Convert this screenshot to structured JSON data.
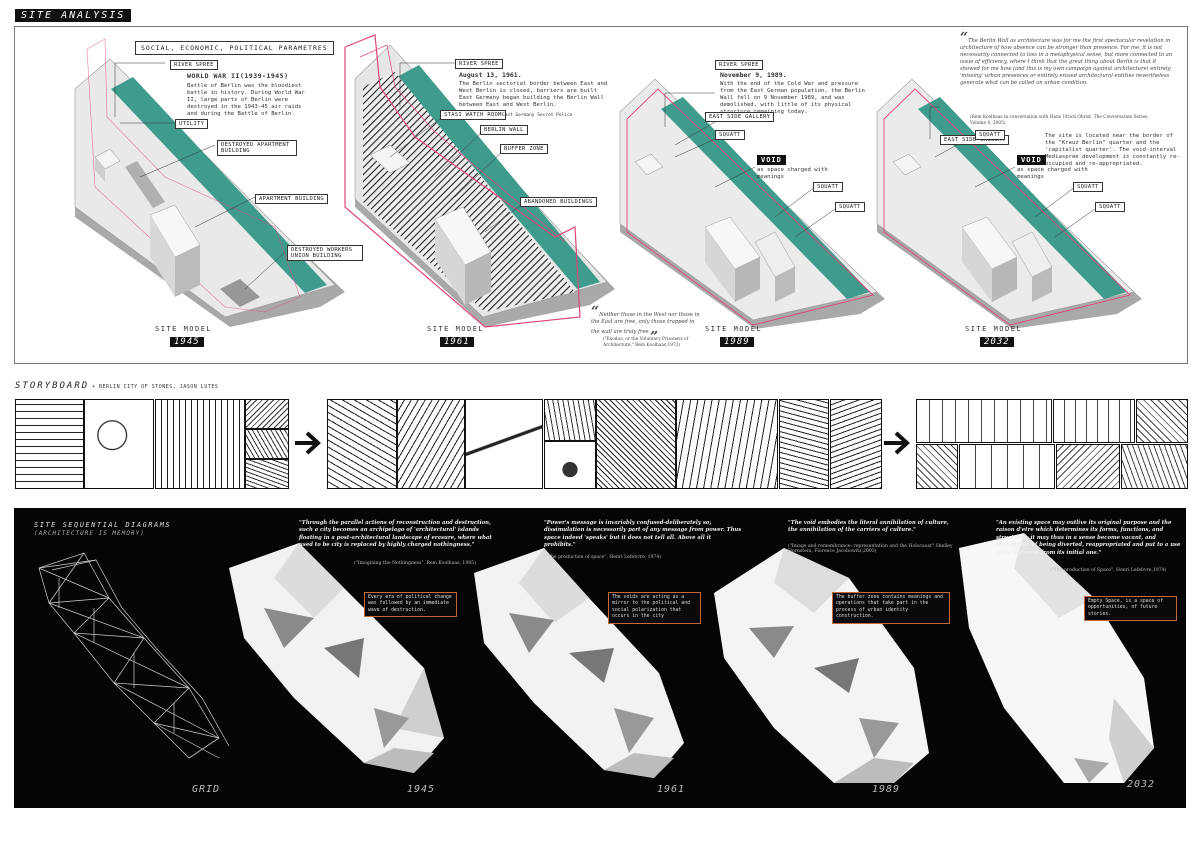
{
  "header": "SITE ANALYSIS",
  "parametres_box": "SOCIAL, ECONOMIC, POLITICAL PARAMETRES",
  "models": [
    {
      "site_label": "SITE MODEL",
      "year": "1945",
      "title": "WORLD WAR II(1939-1945)",
      "desc": "Battle of Berlin was the bloodiest battle in history. During World War II, large parts of Berlin were destroyed in the 1943-45 air raids and during the Battle of Berlin.",
      "tags": [
        "RIVER SPREE",
        "UTILITY",
        "DESTROYED APARTMENT BUILDING",
        "APARTMENT BUILDING",
        "DESTROYED WORKERS UNION BUILDING"
      ]
    },
    {
      "site_label": "SITE MODEL",
      "year": "1961",
      "title": "August 13, 1961.",
      "desc": "The Berlin sectorial border between East and West Berlin is closed, barriers are built East Germany began building the Berlin Wall between East and West Berlin.",
      "tags": [
        "RIVER SPREE",
        "STASI WATCH ROOM",
        "BERLIN WALL",
        "BUFFER ZONE",
        "ABANDONED BUILDINGS"
      ],
      "stasi_note": "East Germany Secret Police",
      "quote": "Neither those in the West nor those in the East are free, only those trapped in the wall are truly free.",
      "quote_src": "(\"Exodus, or the Voluntary Prisoners of Architecture,\" Rem Koolhaas,1972)"
    },
    {
      "site_label": "SITE MODEL",
      "year": "1989",
      "title": "November 9, 1989.",
      "desc": "With the end of the Cold War and pressure from the East German population, the Berlin Wall fell on 9 November 1989, and was demolished, with little of its physical structure remaining today.",
      "tags": [
        "RIVER SPREE",
        "EAST SIDE GALLERY",
        "SQUATT",
        "SQUATT",
        "SQUATT"
      ],
      "void": "VOID",
      "void_text": "as space charged with meanings"
    },
    {
      "site_label": "SITE MODEL",
      "year": "2032",
      "tags": [
        "EAST SIDE GALLERY",
        "SQUATT",
        "SQUATT",
        "SQUATT"
      ],
      "void": "VOID",
      "void_text": "as space charged with meanings",
      "quote": "The Berlin Wall as architecture was for me the first spectacular revelation in architecture of how absence can be stronger than presence. For me, it is not necessarily connected to loss in a metaphysical sense, but more connected to an issue of efficiency, where I think that the great thing about Berlin is that it showed for me how (and this is my own campaign against architecture) entirely 'missing' urban presences or entirely erased architectural entities nevertheless generate what can be called an urban condition.",
      "quote_src": "(Rem Koolhaas in conversation with Hans Ulrich Obrist, The Conversation Series, Volume 4, 2005)",
      "desc": "The site is located near the border of the \"Kreuz Berlin\" quarter and the 'capitalist quarter'. The void-interval Mediaspree development is constantly re-occupied and re-appropriated."
    }
  ],
  "storyboard": {
    "title": "STORYBOARD",
    "subtitle": "+ BERLIN CITY OF STONES, JASON LUTES"
  },
  "sequence": {
    "title": "SITE SEQUENTIAL DIAGRAMS",
    "subtitle": "(ARCHITECTURE IS MEMORY)",
    "grid_label": "GRID",
    "items": [
      {
        "year": "1945",
        "quote": "\"Through the parallel actions of reconstruction and destruction, such a city becomes an archipelago of 'architectural' islands floating in a post-architectural landscape of erasure, where what used to be city is replaced by highly charged nothingness.\"",
        "src": "(\"Imagining the Nothingness\", Rem Koolhaas, 1985)",
        "note": "Every era of political change was followed by an immediate wave of destruction."
      },
      {
        "year": "1961",
        "quote": "\"Power's message is invariably confused-deliberately so; dissimulation is necessarily part of any message from power. Thus space indeed 'speaks' but it does not tell all. Above all it prohibits.\"",
        "src": "(\"The production of space\", Henri Lefebvre, 1974)",
        "note": "The voids are acting as a mirror to the political and social polarization that occurs in the city"
      },
      {
        "year": "1989",
        "quote": "\"The void embodies the literal annihilation of culture, the annihilation of the carriers of culture.\"",
        "src": "(\"Image and remembrance: representation and the Holocaust\" Shelley Hornstein, Florence Jacobowitz,2003)",
        "note": "The buffer zone contains meanings and operations that take part in the process of urban identity construction."
      },
      {
        "year": "2032",
        "quote": "\"An existing space may outlive its original purpose and the raison d'etre which determines its forms, functions, and structures; it may thus in a sense become vacant, and susceptible of being diverted, reappropriated and put to a use quite different from its initial one.\"",
        "src": "(\"The production of Space\", Henri Lefebvre,1974)",
        "note": "Empty Space, is a space of opportunities, of future stories."
      }
    ]
  },
  "colors": {
    "teal": "#3f9c8c",
    "wall": "#e0457a",
    "black": "#050505",
    "note_border": "#c56a3a"
  }
}
